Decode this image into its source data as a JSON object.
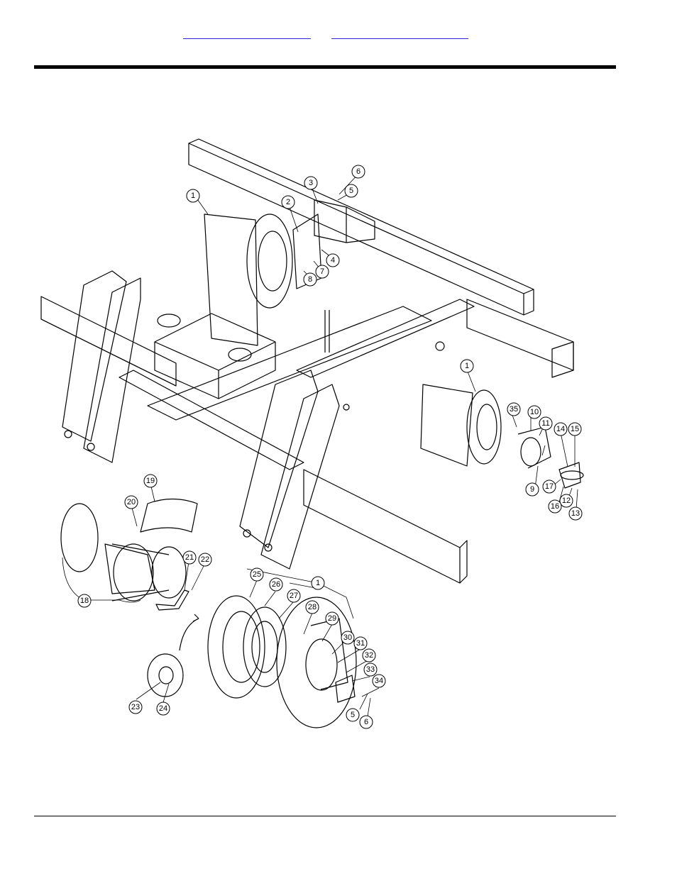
{
  "header": {
    "links": [
      {
        "text": ""
      },
      {
        "text": ""
      }
    ]
  },
  "diagram": {
    "callouts": [
      "1",
      "2",
      "3",
      "4",
      "5",
      "6",
      "7",
      "8",
      "9",
      "10",
      "11",
      "12",
      "13",
      "14",
      "15",
      "16",
      "17",
      "18",
      "19",
      "20",
      "21",
      "22",
      "23",
      "24",
      "25",
      "26",
      "27",
      "28",
      "29",
      "30",
      "31",
      "32",
      "33",
      "34",
      "35",
      "1",
      "1",
      "5",
      "6"
    ]
  },
  "colors": {
    "link": "#2a2ad6",
    "rule": "#000000",
    "linework": "#000000"
  }
}
